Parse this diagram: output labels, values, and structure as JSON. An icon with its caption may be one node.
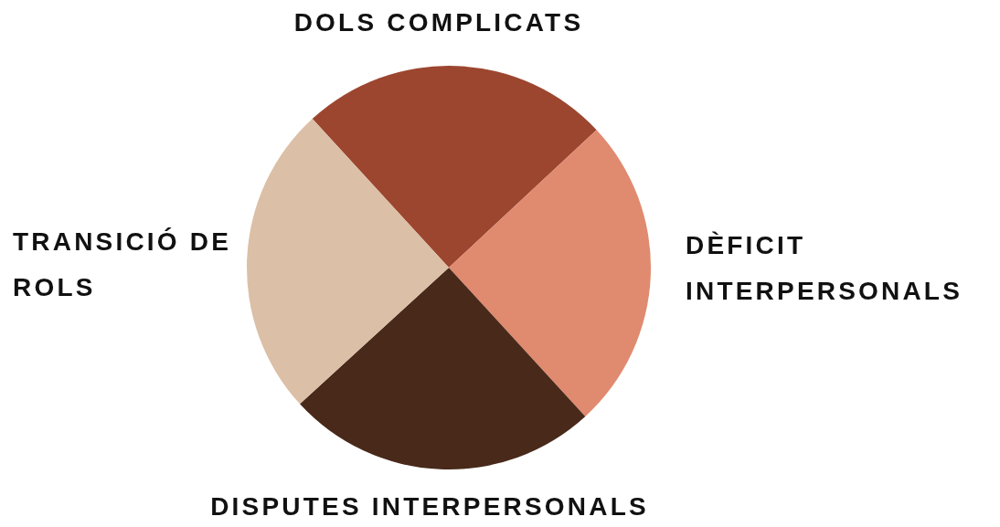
{
  "diagram": {
    "nodes": [
      {
        "text": [
          "DOLS COMPLICATS"
        ]
      },
      {
        "text": [
          "DÈFICIT INTERPERSONALS"
        ]
      },
      {
        "text": [
          "DISPUTES INTERPERSONALS"
        ]
      },
      {
        "text": [
          "TRANSICIÓ DE ROLS"
        ]
      }
    ]
  }
}
